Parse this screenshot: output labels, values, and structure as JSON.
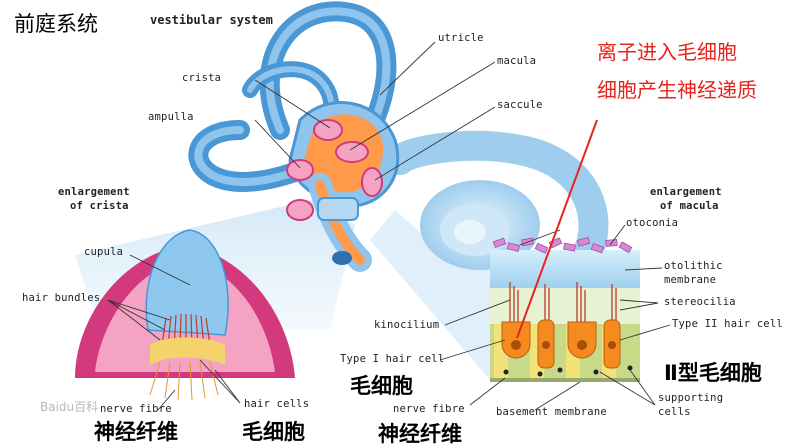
{
  "title_cn": "前庭系统",
  "title_en": "vestibular system",
  "labels": {
    "utricle": "utricle",
    "crista": "crista",
    "macula": "macula",
    "ampulla": "ampulla",
    "saccule": "saccule",
    "enl_crista_1": "enlargement",
    "enl_crista_2": "of crista",
    "enl_macula_1": "enlargement",
    "enl_macula_2": "of macula",
    "otoconia": "otoconia",
    "cupula": "cupula",
    "otolithic_1": "otolithic",
    "otolithic_2": "membrane",
    "hair_bundles": "hair bundles",
    "stereocilia": "stereocilia",
    "kinocilium": "kinocilium",
    "type1": "Type I hair cell",
    "type2": "Type II hair cell",
    "nerve_fibre_left": "nerve fibre",
    "hair_cells": "hair cells",
    "nerve_fibre_mid": "nerve fibre",
    "basement": "basement membrane",
    "supporting_1": "supporting",
    "supporting_2": "cells"
  },
  "annotations": {
    "ion_entry": "离子进入毛细胞",
    "signal": "细胞产生神经递质",
    "hair_cell_cn_mid": "毛细胞",
    "type2_cn": "Ⅱ型毛细胞",
    "nerve_cn_left": "神经纤维",
    "hair_cell_cn_left": "毛细胞",
    "nerve_cn_mid": "神经纤维"
  },
  "watermark": "Baidu百科",
  "colors": {
    "canal_blue": "#4a97d6",
    "canal_light": "#8fc4ec",
    "endolymph_orange": "#ff9a4a",
    "crista_magenta": "#d23a7d",
    "crista_pink": "#f4a4c2",
    "cupula_blue": "#8fc8ee",
    "otolith_top": "#bfe3f5",
    "hair_cell_orange": "#f58a1f",
    "support_yellow": "#f2e27a",
    "support_green": "#c8d98a",
    "annotation_red": "#e8231c"
  }
}
